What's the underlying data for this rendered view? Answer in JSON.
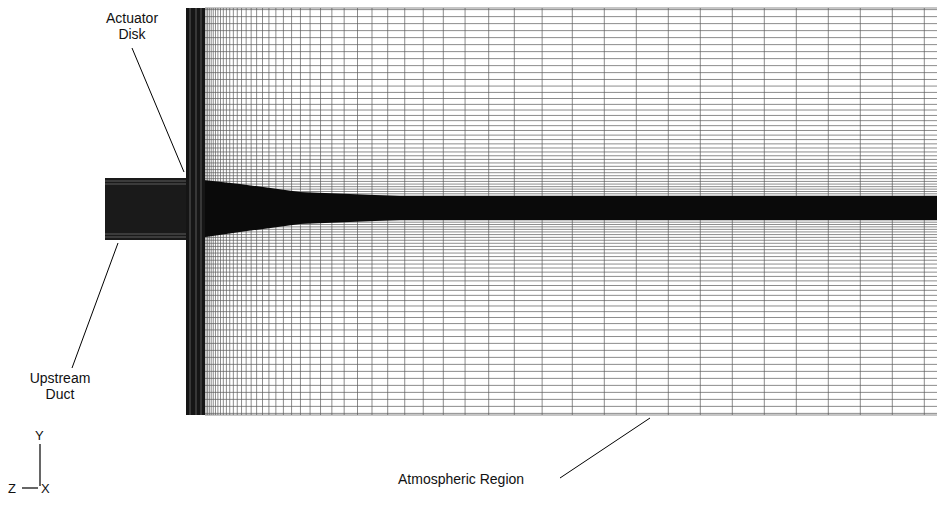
{
  "diagram": {
    "labels": [
      "Actuator Disk",
      "Upstream Duct",
      "Atmospheric Region",
      "Y",
      "Z",
      "X"
    ]
  }
}
